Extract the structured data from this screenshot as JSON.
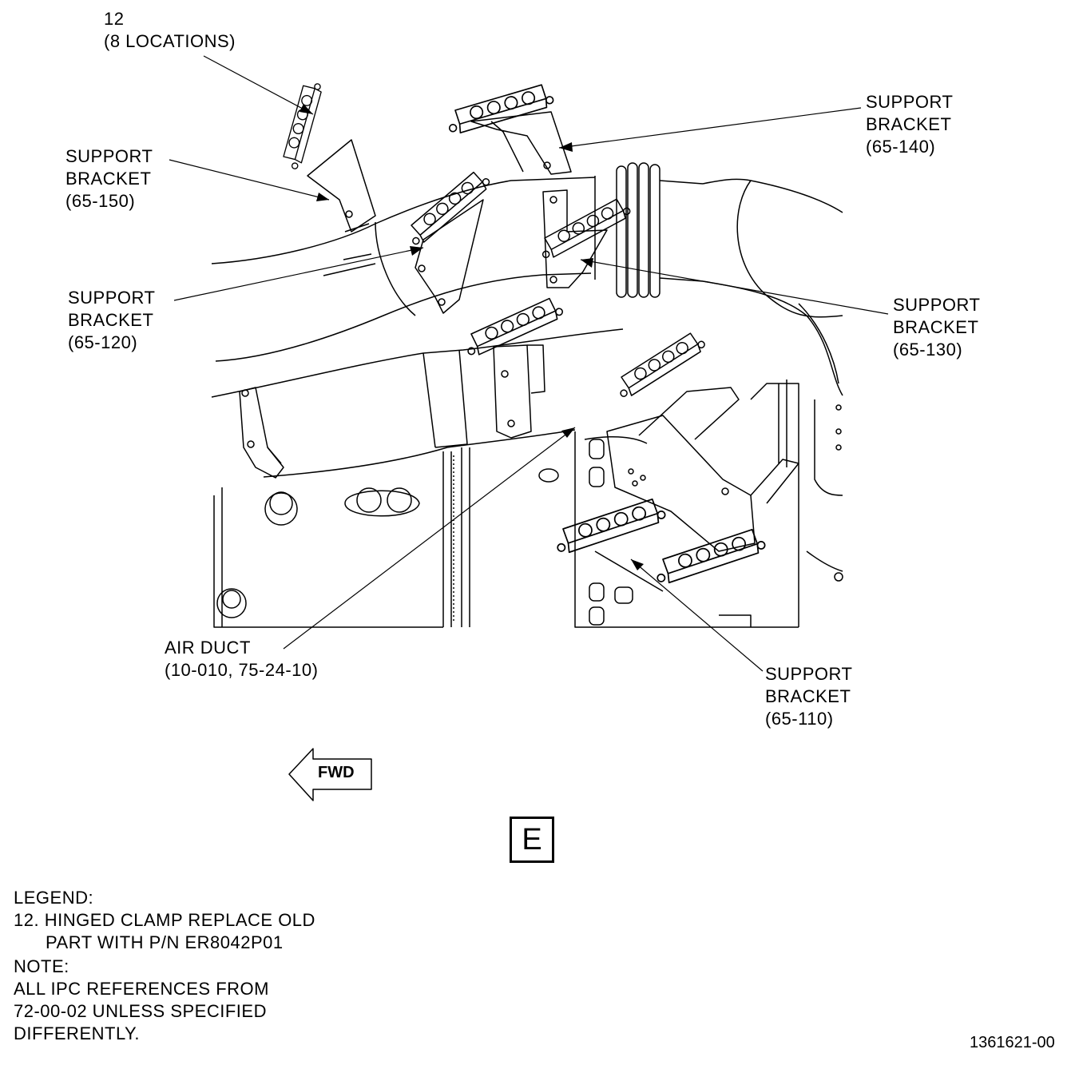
{
  "callouts": {
    "item12": {
      "number": "12",
      "qualifier": "(8 LOCATIONS)"
    },
    "bracket_140": {
      "line1": "SUPPORT",
      "line2": "BRACKET",
      "ref": "(65-140)"
    },
    "bracket_150": {
      "line1": "SUPPORT",
      "line2": "BRACKET",
      "ref": "(65-150)"
    },
    "bracket_120": {
      "line1": "SUPPORT",
      "line2": "BRACKET",
      "ref": "(65-120)"
    },
    "bracket_130": {
      "line1": "SUPPORT",
      "line2": "BRACKET",
      "ref": "(65-130)"
    },
    "air_duct": {
      "line1": "AIR DUCT",
      "ref": "(10-010, 75-24-10)"
    },
    "bracket_110": {
      "line1": "SUPPORT",
      "line2": "BRACKET",
      "ref": "(65-110)"
    }
  },
  "fwd_arrow": {
    "label": "FWD"
  },
  "view_label": "E",
  "legend": {
    "title": "LEGEND:",
    "item_line1": "12. HINGED CLAMP REPLACE OLD",
    "item_line2": "PART WITH P/N ER8042P01"
  },
  "note": {
    "title": "NOTE:",
    "line1": "ALL IPC REFERENCES FROM",
    "line2": "72-00-02 UNLESS SPECIFIED",
    "line3": "DIFFERENTLY."
  },
  "figure_id": "1361621-00"
}
